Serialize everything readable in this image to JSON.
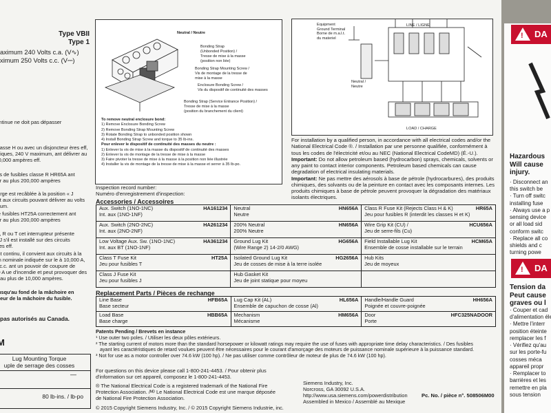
{
  "left": {
    "type1": "Type VBII",
    "type2": "Type 1",
    "voltage_ac": "aximum 240 Volts c.a. (V∿)",
    "voltage_dc": "ximum 250 Volts c.c. (V⎓)",
    "p1": "rge continue ne doit pas dépasser",
    "p2": "e de classe H ou avec un disjoncteur ères eff, symétriques, 240 V maximum, ant délivrer au plus 10,000 ampères eff.",
    "p3": "douilles de fusibles classe R HR65A ant délivrer au plus 200,000 ampères",
    "p4": "de charge est recâblée à la position « J onvient aux circuits pouvant délivrer au volts maximum.",
    "p5": "teur de fusibles HT25A correctement ant délivrer au plus 200,000 ampères",
    "p6": "asse J, R ou T cet interrupteur présente asses J s'il est installé sur des circuits ampères eff.",
    "p7": "courant continu, il convient aux circuits à la tension nominale indiquée sur le à 10,000 A, 250 V c.c. ant un pouvoir de coupure de 10,000 A ue d'incendie et peut provoquer des élivrer au plus de 10,000 ampères.",
    "p8": "ibile jusqu'au fond de la mâchoire en supérieur de la mâchoire du fusible.",
    "p9": "pas autorisés au Canada.",
    "bigm": "M",
    "lug_title": "Lug Mounting Torque",
    "lug_title_fr": "uple de serrage des cosses",
    "lug_dash": "—",
    "lug_torque": "80 lb-ins. / lb-po"
  },
  "diag1": {
    "neutral": "Neutral / Neutre",
    "bonding_strap": "Bonding Strap",
    "bonding_strap_sub": "(Unbonded Position) /",
    "bonding_strap_fr": "Tresse de mise à la masse",
    "bonding_strap_fr2": "(position non liée)",
    "mount_screw": "Bonding Strap Mounting Screw /",
    "mount_screw_fr": "Vis de montage de la tresse de",
    "mount_screw_fr2": "mise à la masse",
    "enc_screw": "Enclosure Bonding Screw /",
    "enc_screw_fr": "Vis du dispositif de continuité des masses",
    "service_strap": "Bonding Strap (Service Entrance Position) /",
    "service_strap_fr": "Tresse de mise à la masse",
    "service_strap_fr2": "(position du branchement du client)",
    "instr_title": "To remove neutral enclosure bond:",
    "instr1": "1) Remove Enclosure Bonding Screw",
    "instr2": "2) Remove Bonding Strap Mounting Screw",
    "instr3": "3) Rotate Bonding Strap to unbonded position shown",
    "instr4": "4) Install Bonding Strap Screw and torque to 35 lb-ins.",
    "instr_title_fr": "Pour enlever le dispositif de continuité des masses du neutre :",
    "instr1_fr": "1) Enlever la vis de mise à la masse du dispositif de continuité des masses",
    "instr2_fr": "2) Enlever la vis de montage de la tresse de mise à la masse",
    "instr3_fr": "3) Faire pivoter la tresse de mise à la masse à la position non liée illustrée",
    "instr4_fr": "4) Installer la vis de montage de la tresse de mise à la masse et serrer à 35 lb-po."
  },
  "diag2": {
    "equipment": "Equipment",
    "ground_terminal": "Ground Terminal",
    "borne": "Borne de m.a.l.t.",
    "du_materiel": "du materiel",
    "line": "LINE / LIGNE",
    "neutral": "Neutral /",
    "neutre": "Neutre",
    "load": "LOAD / CHARGE"
  },
  "install": {
    "p1": "For installation by a qualified person, in accordance with all electrical codes and/or the National Electrical Code ®. / Installation par une personne qualifiée, conformément à tous les codes de l'électricité et/ou au NEC (National Electrical CodeMD) (É.-U.).",
    "imp1_label": "Important:",
    "imp1": " Do not allow petroleum based (hydrocarbon) sprays, chemicals, solvents or any paint to contact interior components. Petroleum based chemicals can cause degradation of electrical insulating materials.",
    "imp2_label": "Important:",
    "imp2": " Ne pas mettre des aérosols à base de pétrole (hydrocarbures), des produits chimiques, des solvants ou de la peinture en contact avec les composants internes. Les produits chimiques à base de pétrole peuvent provoquer la dégradation des matériaux isolants électriques."
  },
  "inspection": {
    "line1": "Inspection record number:",
    "line2": "Numéro d'enregistrement d'inspection:"
  },
  "accessories": {
    "title": "Accessories / Accessoires",
    "rows": [
      [
        {
          "l1": "Aux. Switch (1NO-1NC)",
          "l2": "Int. aux (1NO-1NF)",
          "cat": "HA161234"
        },
        {
          "l1": "Neutral",
          "l2": "Neutre",
          "cat": "HN656A"
        },
        {
          "l1": "Class R Fuse Kit (Rejects Class H & K)",
          "l2": "Jeu pour fusibles R (interdit les classes H et K)",
          "cat": "HR65A"
        }
      ],
      [
        {
          "l1": "Aux. Switch (2NO-2NC)",
          "l2": "Int. aux (2NO-2NF)",
          "cat": "HA261234"
        },
        {
          "l1": "200% Neutral",
          "l2": "200% Neutre",
          "cat": "HN656A"
        },
        {
          "l1": "Wire Grip Kit (CU) /",
          "l2": "Jeu de serre-fils (Cu)",
          "cat": "HCU656A"
        }
      ],
      [
        {
          "l1": "Low Voltage Aux. Sw. (1NO-1NC)",
          "l2": "Int. aux BT (1NO-1NF)",
          "cat": "HA361234"
        },
        {
          "l1": "Ground Lug Kit",
          "l2": "(Wire Range 2) 14-2/0 AWG)",
          "cat": "HG656A"
        },
        {
          "l1": "Field Installable Lug Kit",
          "l2": "Ensemble de cosse installable sur le terrain",
          "cat": "HCM65A"
        }
      ],
      [
        {
          "l1": "Class T Fuse Kit",
          "l2": "Jeu pour fusibles T",
          "cat": "HT25A"
        },
        {
          "l1": "Isolated Ground Lug Kit",
          "l2": "Jeu de cosses de mise à la terre isolée",
          "cat": "HG2656A"
        },
        {
          "l1": "Hub Kits",
          "l2": "Jeu de moyeux",
          "cat": ""
        }
      ],
      [
        {
          "l1": "Class J Fuse Kit",
          "l2": "Jeu pour fusibles J",
          "cat": ""
        },
        {
          "l1": "Hub Gasket Kit",
          "l2": "Jeu de joint statique pour moyeu",
          "cat": ""
        },
        {
          "l1": "",
          "l2": "",
          "cat": ""
        }
      ]
    ]
  },
  "replacement": {
    "title": "Replacement Parts / Pièces de rechange",
    "rows": [
      [
        {
          "l1": "Line Base",
          "l2": "Base secteur",
          "cat": "HFB65A"
        },
        {
          "l1": "Lug Cap Kit (AL)",
          "l2": "Ensemble de capuchon de cosse (Al)",
          "cat": "HL656A"
        },
        {
          "l1": "Handle/Handle Guard",
          "l2": "Poignée et couvre-poignée",
          "cat": "HH656A"
        }
      ],
      [
        {
          "l1": "Load Base",
          "l2": "Base charge",
          "cat": "HBB65A"
        },
        {
          "l1": "Mechanism",
          "l2": "Mécanisme",
          "cat": "HM656A"
        },
        {
          "l1": "Door",
          "l2": "Porte",
          "cat": "HFC325NADOOR"
        }
      ]
    ]
  },
  "patents": {
    "title": "Patents Pending / Brevets en instance",
    "n1": "¹ Use outer two poles. / Utiliser les deux pôles extérieurs.",
    "n2a": "² The starting current of motors more than the standard horsepower or kilowatt ratings may require the use of fuses with appropriate time delay characteristics. / Des fusibles",
    "n2b": "ayant les caractéristiques de retard voulues peuvent être nécessaires pour le courant d'amorçage des moteurs de puissance nominale supérieure à la puissance standard.",
    "n3": "³ Not for use as a motor controller over 74.6 kW (100 hp). / Ne pas utiliser comme contrôleur de moteur de plus de 74.6 kW (100 hp)."
  },
  "footer": {
    "q1": "For questions on this device please call 1-800-241-4453. / Pour obtenir plus",
    "q2": "d'information sur cet appareil, composez le 1-800-241-4453.",
    "nec1": "® The National Electrical Code is a registered trademark of the National Fire",
    "nec2": "Protection Association. /ᴹᴰ Le National Electrical Code est une marque déposée",
    "nec3": "de National Fire Protection Association.",
    "copyright": "© 2015 Copyright Siemens Industry, Inc. / © 2015 Copyright Siemens Industrie, inc.",
    "addr1": "Siemens Industry, Inc.",
    "addr2": "Norcross, GA 30092 U.S.A.",
    "addr3": "http://www.usa.siemens.com/powerdistribution",
    "addr4": "Assembled in Mexico / Assemblé au Mexique",
    "pcno": "Pc. No. / pièce n°. 508506M00"
  },
  "right": {
    "danger1": "DA",
    "hazard1": "Hazardous",
    "hazard2": "Will cause",
    "hazard3": "injury.",
    "b1": "· Disconnect an",
    "b2": "  this switch be",
    "b3": "· Turn off switc",
    "b4": "  installing fuse",
    "b5": "· Always use a p",
    "b6": "  sensing device",
    "b7": "  or all load sid",
    "b8": "  conform switc",
    "b9": "· Replace all co",
    "b10": "  shields and c",
    "b11": "  turning powe",
    "danger2": "DA",
    "fr1": "Tension da",
    "fr2": "Peut cause",
    "fr3": "graves ou l",
    "f1": "· Couper et cad",
    "f2": "  d'alimentation éle",
    "f3": "· Mettre l'interr",
    "f4": "  position éteinte",
    "f5": "  remplacer les f",
    "f6": "· Vérifiez qu'au",
    "f7": "  sur les porte-fu",
    "f8": "  cosses méca",
    "f9": "  appareil propr",
    "f10": "· Remplacer to",
    "f11": "  barrières et les",
    "f12": "  remettre en pla",
    "f13": "  sous tension"
  },
  "colors": {
    "danger": "#c8102e",
    "label_bg": "#f4f4f1",
    "enclosure": "#9a9890"
  }
}
